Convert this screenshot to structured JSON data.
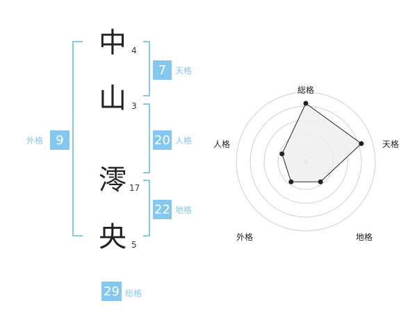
{
  "name": {
    "chars": [
      {
        "char": "中",
        "strokes": "4"
      },
      {
        "char": "山",
        "strokes": "3"
      },
      {
        "char": "澪",
        "strokes": "17"
      },
      {
        "char": "央",
        "strokes": "5"
      }
    ]
  },
  "kakusu": {
    "tenkaku": {
      "value": "7",
      "label": "天格"
    },
    "jinkaku": {
      "value": "20",
      "label": "人格"
    },
    "chikaku": {
      "value": "22",
      "label": "地格"
    },
    "gaikaku": {
      "value": "9",
      "label": "外格"
    },
    "soukaku": {
      "value": "29",
      "label": "総格"
    }
  },
  "chart_data": {
    "type": "radar",
    "axes": [
      "総格",
      "天格",
      "地格",
      "外格",
      "人格"
    ],
    "values": [
      4,
      4,
      1,
      1,
      1
    ],
    "max": 5,
    "rings": 4,
    "colors": {
      "accent": "#85c8ef",
      "fill": "#efefef",
      "line": "#222222",
      "ring": "#d0d0d0"
    }
  }
}
